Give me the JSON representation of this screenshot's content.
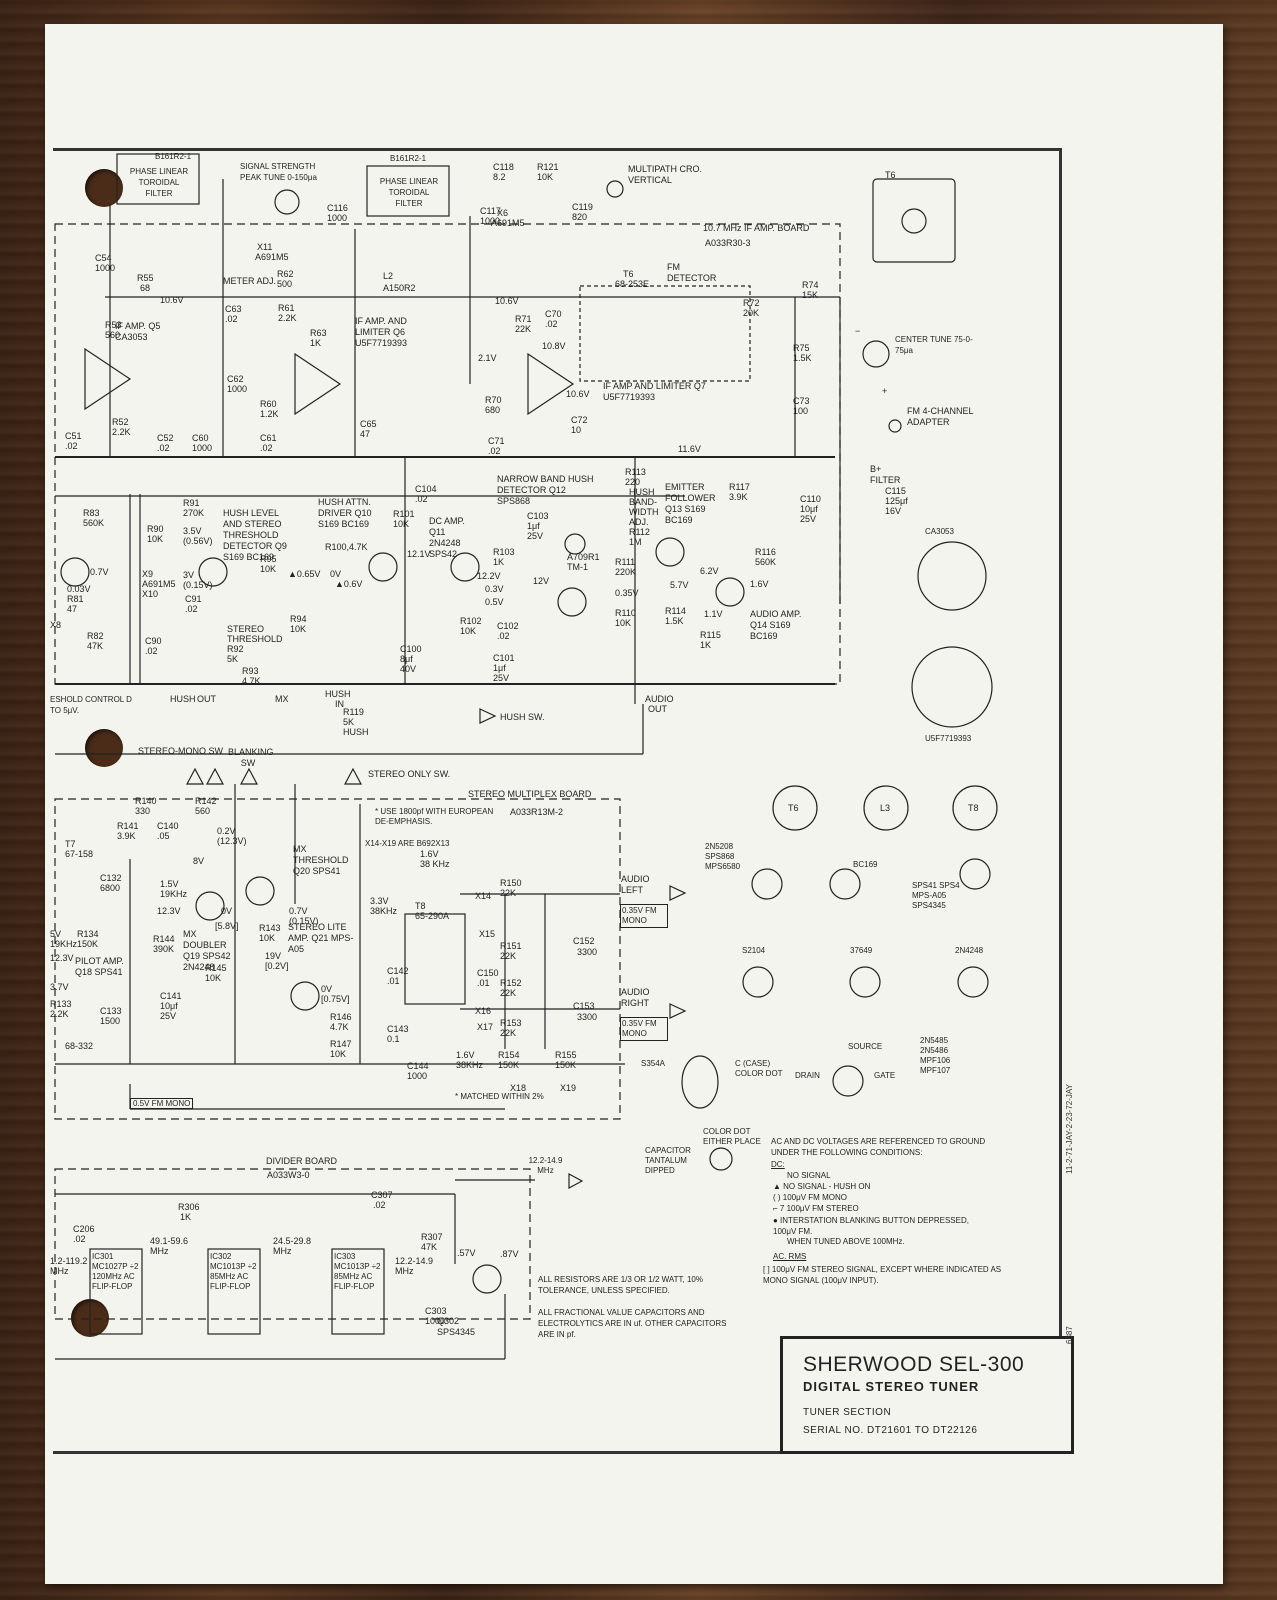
{
  "title": {
    "brand_model": "SHERWOOD SEL-300",
    "product": "DIGITAL STEREO TUNER",
    "section": "TUNER SECTION",
    "serial": "SERIAL NO. DT21601 TO DT22126"
  },
  "side_code": "11-2-71-JAY-2-23-72-JAY",
  "side_num": "6887",
  "boards": {
    "if_board": "10.7 MHz IF AMP. BOARD",
    "if_board_code": "A033R30-3",
    "mpx_board": "STEREO MULTIPLEX BOARD",
    "mpx_board_code": "A033R13M-2",
    "divider_board": "DIVIDER BOARD",
    "divider_board_code": "A033W3-0"
  },
  "labels": {
    "filter1": "B161R2-1",
    "filter1_name": "PHASE LINEAR TOROIDAL FILTER",
    "filter2": "B161R2-1",
    "filter2_name": "PHASE LINEAR TOROIDAL FILTER",
    "signal_strength": "SIGNAL STRENGTH PEAK TUNE 0-150μa",
    "multipath": "MULTIPATH CRO. VERTICAL",
    "fm_detector": "FM DETECTOR",
    "center_tune": "CENTER TUNE 75-0-75μa",
    "fm4ch": "FM 4-CHANNEL ADAPTER",
    "if_amp_q5": "IF AMP. Q5 CA3053",
    "if_amp_q6": "IF AMP. AND LIMITER Q6 U5F7719393",
    "if_amp_q7": "IF AMP AND LIMITER Q7 U5F7719393",
    "hush_level": "HUSH LEVEL AND STEREO THRESHOLD DETECTOR Q9 S169 BC169",
    "hush_attn": "HUSH ATTN. DRIVER Q10 S169 BC169",
    "dc_amp": "DC AMP. Q11 2N4248 SPS42",
    "narrow_band": "NARROW BAND HUSH DETECTOR Q12 SPS868",
    "emitter_follower": "EMITTER FOLLOWER Q13 S169 BC169",
    "audio_amp": "AUDIO AMP. Q14 S169 BC169",
    "hush_sw": "HUSH SW.",
    "stereo_mono": "STEREO-MONO SW",
    "blanking": "BLANKING SW",
    "stereo_only": "STEREO ONLY SW.",
    "mx_threshold": "MX THRESHOLD Q20 SPS41",
    "mx_doubler": "MX DOUBLER Q19 SPS42 2N4248",
    "pilot_amp": "PILOT AMP. Q18 SPS41",
    "stereo_lite": "STEREO LITE AMP. Q21 MPS-A05",
    "audio_left": "AUDIO LEFT",
    "audio_right": "AUDIO RIGHT",
    "fm_mono_l": "0.35V FM MONO",
    "fm_mono_r": "0.35V FM MONO",
    "use_note": "* USE 1800pf WITH EUROPEAN DE-EMPHASIS.",
    "x14_note": "X14-X19 ARE B692X13",
    "matched": "* MATCHED WITHIN 2%",
    "mono_05": "0.5V FM MONO",
    "ic301": "IC301 MC1027P ÷2 120MHz AC FLIP-FLOP",
    "ic302": "IC302 MC1013P ÷2 85MHz AC FLIP-FLOP",
    "ic303": "IC303 MC1013P ÷2 85MHz AC FLIP-FLOP",
    "q302": "Q302 SPS4345",
    "freq_out": "12.2-14.9 MHz",
    "notes_resistors": "ALL RESISTORS ARE 1/3 OR 1/2 WATT, 10% TOLERANCE, UNLESS SPECIFIED.",
    "notes_caps": "ALL FRACTIONAL VALUE CAPACITORS AND ELECTROLYTICS ARE IN uf. OTHER CAPACITORS ARE IN pf.",
    "volt_ref": "AC AND DC VOLTAGES ARE REFERENCED TO GROUND UNDER THE FOLLOWING CONDITIONS:",
    "dc": "DC:",
    "cond1": "NO SIGNAL",
    "cond2": "▲ NO SIGNAL - HUSH ON",
    "cond3": "( ) 100μV FM MONO",
    "cond4": "⌐ 7 100μV FM STEREO",
    "cond5": "● INTERSTATION BLANKING BUTTON DEPRESSED, 100μV FM.",
    "cond6": "WHEN TUNED ABOVE 100MHz.",
    "ac_rms": "AC. RMS",
    "cond7": "[ ] 100μV FM STEREO SIGNAL, EXCEPT WHERE INDICATED AS MONO SIGNAL (100μV INPUT).",
    "color_dot": "COLOR DOT EITHER PLACE",
    "cap_tantalum": "CAPACITOR TANTALUM DIPPED",
    "s354a": "S354A",
    "c_case": "C (CASE) COLOR DOT",
    "t6": "T6",
    "ca3053": "CA3053",
    "u5f": "U5F7719393",
    "pin_t6": "T6",
    "pin_l3": "L3",
    "pin_t8": "T8",
    "tr_group1": "2N5208 SPS868 MPS6580",
    "tr_bc169": "BC169",
    "tr_sps41": "SPS41 SPS4 MPS-A05 SPS4345",
    "tr_s2104": "S2104",
    "tr_37649": "37649",
    "tr_2n4248": "2N4248",
    "fet": "2N5485 2N5486 MPF106 MPF107",
    "source": "SOURCE",
    "drain": "DRAIN",
    "gate": "GATE",
    "hush_out": "HUSH OUT",
    "mx": "MX",
    "hush_in": "HUSH IN",
    "audio_out": "AUDIO OUT",
    "threshold_ctrl": "ESHOLD CONTROL D TO 5μV.",
    "b_filter": "B+ FILTER"
  }
}
